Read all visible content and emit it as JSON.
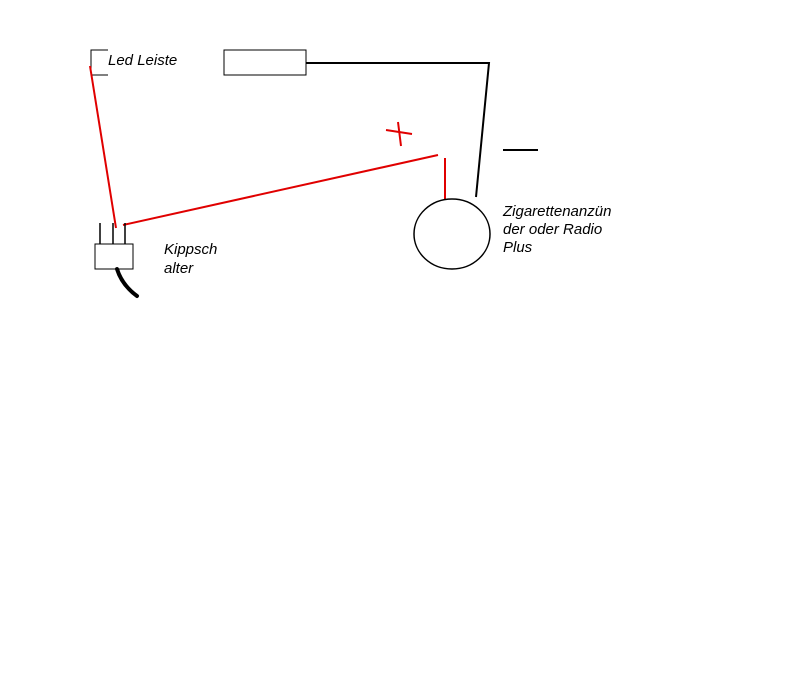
{
  "labels": {
    "led_strip": "Led Leiste",
    "switch_line1": "Kippsch",
    "switch_line2": "alter",
    "socket_line1": "Zigarettenanzün",
    "socket_line2": "der oder Radio",
    "socket_line3": "Plus",
    "plus_sign": "+",
    "minus_sign": "—"
  },
  "colors": {
    "background": "#ffffff",
    "positive_wire": "#e00000",
    "negative_wire": "#000000",
    "outline": "#000000"
  }
}
